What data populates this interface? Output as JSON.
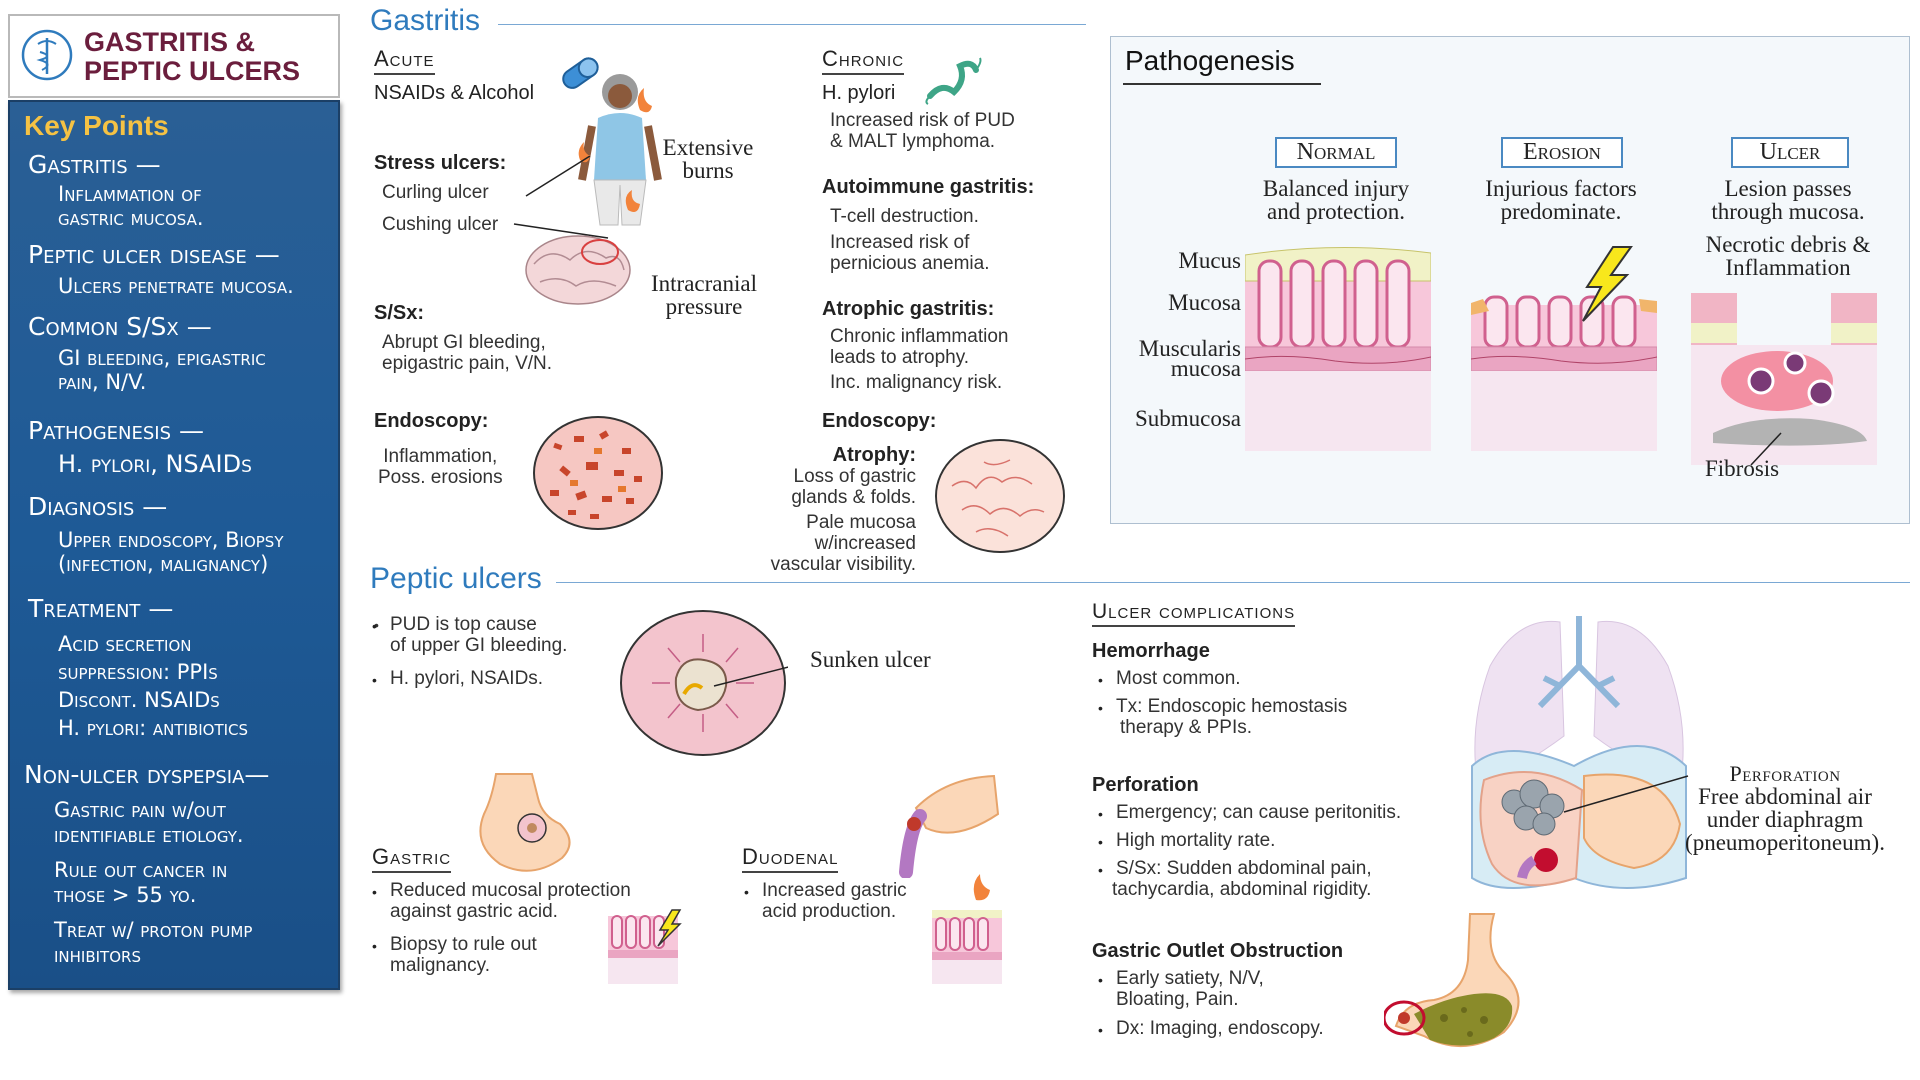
{
  "title": {
    "line1": "GASTRITIS &",
    "line2": "PEPTIC ULCERS"
  },
  "key_points": {
    "heading": "Key Points",
    "items": [
      {
        "head": "Gastritis —",
        "sub": [
          "Inflammation of",
          "gastric mucosa."
        ]
      },
      {
        "head": "Peptic ulcer disease —",
        "sub": [
          "Ulcers penetrate mucosa."
        ]
      },
      {
        "head": "Common S/Sx —",
        "sub": [
          "GI bleeding, epigastric",
          "pain, N/V."
        ]
      },
      {
        "head": "Pathogenesis —",
        "sub": [
          "H. pylori, NSAIDs"
        ]
      },
      {
        "head": "Diagnosis —",
        "sub": [
          "Upper endoscopy, Biopsy",
          "(infection, malignancy)"
        ]
      },
      {
        "head": "Treatment —",
        "sub": [
          "Acid secretion",
          "suppression: PPIs",
          "Discont. NSAIDs",
          "H. pylori: antibiotics"
        ]
      },
      {
        "head": "Non-ulcer dyspepsia—",
        "sub": [
          "Gastric pain w/out",
          "identifiable etiology.",
          "Rule out cancer in",
          "those > 55 yo.",
          "Treat w/ proton pump",
          "inhibitors"
        ]
      }
    ]
  },
  "gastritis": {
    "title": "Gastritis",
    "acute": {
      "header": "Acute",
      "cause": "NSAIDs & Alcohol",
      "stress_label": "Stress ulcers:",
      "curling": "Curling ulcer",
      "cushing": "Cushing ulcer",
      "burns": [
        "Extensive",
        "burns"
      ],
      "icp": [
        "Intracranial",
        "pressure"
      ],
      "ssx_label": "S/Sx:",
      "ssx": [
        "Abrupt GI bleeding,",
        "epigastric pain, V/N."
      ],
      "endo_label": "Endoscopy:",
      "endo": [
        "Inflammation,",
        "Poss. erosions"
      ]
    },
    "chronic": {
      "header": "Chronic",
      "hpylori": "H. pylori",
      "hpylori_desc": [
        "Increased risk of PUD",
        "& MALT lymphoma."
      ],
      "autoimmune": "Autoimmune gastritis:",
      "autoimmune_1": "T-cell destruction.",
      "autoimmune_2": [
        "Increased risk of",
        "pernicious anemia."
      ],
      "atrophic": "Atrophic gastritis:",
      "atrophic_1": [
        "Chronic inflammation",
        "leads to atrophy."
      ],
      "atrophic_2": "Inc. malignancy risk.",
      "endo_label": "Endoscopy:",
      "atrophy_label": "Atrophy:",
      "atrophy": [
        "Loss of gastric",
        "glands & folds."
      ],
      "pale": [
        "Pale mucosa",
        "w/increased",
        "vascular visibility."
      ]
    }
  },
  "pathogenesis": {
    "title": "Pathogenesis",
    "normal": {
      "header": "Normal",
      "desc": [
        "Balanced injury",
        "and protection."
      ]
    },
    "erosion": {
      "header": "Erosion",
      "desc": [
        "Injurious factors",
        "predominate."
      ]
    },
    "ulcer": {
      "header": "Ulcer",
      "desc": [
        "Lesion passes",
        "through mucosa."
      ],
      "extra": [
        "Necrotic debris &",
        "Inflammation"
      ],
      "fibrosis": "Fibrosis"
    },
    "layers": {
      "mucus": "Mucus",
      "mucosa": "Mucosa",
      "muscularis": [
        "Muscularis",
        "mucosa"
      ],
      "submucosa": "Submucosa"
    }
  },
  "peptic": {
    "title": "Peptic ulcers",
    "bullets": [
      [
        "PUD is top cause",
        "of upper GI bleeding."
      ],
      [
        "H. pylori, NSAIDs."
      ]
    ],
    "sunken": "Sunken ulcer",
    "gastric": {
      "header": "Gastric",
      "b1": [
        "Reduced mucosal protection",
        "against gastric acid."
      ],
      "b2": [
        "Biopsy to rule out",
        "malignancy."
      ]
    },
    "duodenal": {
      "header": "Duodenal",
      "b1": [
        "Increased gastric",
        "acid production."
      ]
    }
  },
  "complications": {
    "header": "Ulcer complications",
    "hemorrhage": {
      "title": "Hemorrhage",
      "b1": "Most common.",
      "b2": [
        "Tx: Endoscopic hemostasis",
        "therapy & PPIs."
      ]
    },
    "perforation": {
      "title": "Perforation",
      "b1": "Emergency; can cause peritonitis.",
      "b2": "High mortality rate.",
      "b3": [
        "S/Sx: Sudden abdominal pain,",
        "tachycardia, abdominal rigidity."
      ]
    },
    "perf_label": {
      "head": "Perforation",
      "desc": [
        "Free abdominal air",
        "under diaphragm",
        "(pneumoperitoneum)."
      ]
    },
    "goo": {
      "title": "Gastric Outlet Obstruction",
      "b1": [
        "Early satiety, N/V,",
        "Bloating, Pain."
      ],
      "b2": "Dx: Imaging, endoscopy."
    }
  },
  "colors": {
    "accent": "#2f7bbd",
    "title": "#6b1e3d",
    "panel": "#1e5a96",
    "keypoints": "#f5c244"
  }
}
